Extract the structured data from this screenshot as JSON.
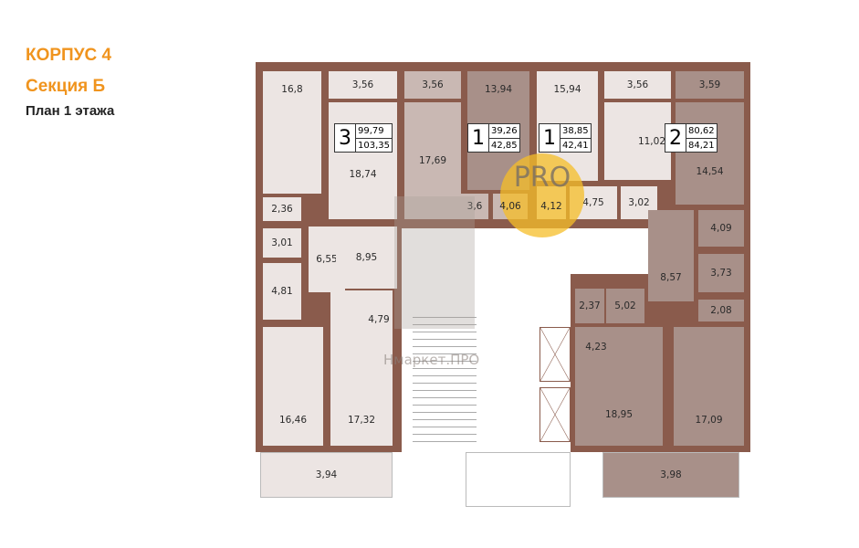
{
  "header": {
    "building": "КОРПУС 4",
    "section": "Секция Б",
    "plan": "План 1 этажа"
  },
  "rooms": [
    "16,8",
    "3,56",
    "18,74",
    "2,36",
    "3,01",
    "6,55",
    "8,95",
    "4,81",
    "4,79",
    "16,46",
    "17,32",
    "3,94",
    "3,56",
    "17,69",
    "13,94",
    "3,6",
    "4,06",
    "15,94",
    "3,56",
    "11,02",
    "4,12",
    "4,75",
    "3,02",
    "3,59",
    "14,54",
    "4,09",
    "3,73",
    "8,57",
    "2,08",
    "2,37",
    "5,02",
    "4,23",
    "18,95",
    "17,09",
    "3,98"
  ],
  "apartments": [
    {
      "rooms": "3",
      "living_area": "99,79",
      "total_area": "103,35"
    },
    {
      "rooms": "1",
      "living_area": "39,26",
      "total_area": "42,85"
    },
    {
      "rooms": "1",
      "living_area": "38,85",
      "total_area": "42,41"
    },
    {
      "rooms": "2",
      "living_area": "80,62",
      "total_area": "84,21"
    }
  ],
  "watermark": {
    "badge": "PRO",
    "text": "Нмаркет.ПРО"
  },
  "colors": {
    "title": "#f0941e",
    "wall": "#8a5b4c",
    "light": "#ece5e3",
    "mid": "#c9b8b3",
    "dark": "#a89089"
  }
}
